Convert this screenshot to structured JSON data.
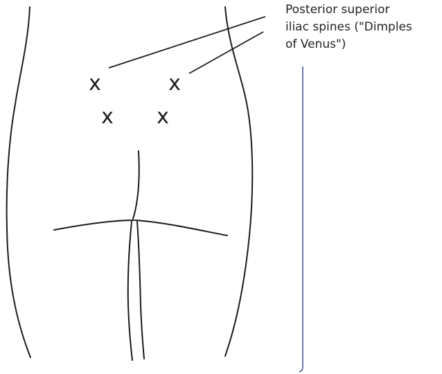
{
  "callout": {
    "lines": [
      "Posterior superior",
      "iliac spines (\"Dimples",
      "of Venus\")"
    ]
  },
  "markers": {
    "symbol": "x",
    "count": 4
  },
  "colors": {
    "outline": "#1a1a1a",
    "bracket": "#3b4f8c",
    "text": "#222222"
  }
}
